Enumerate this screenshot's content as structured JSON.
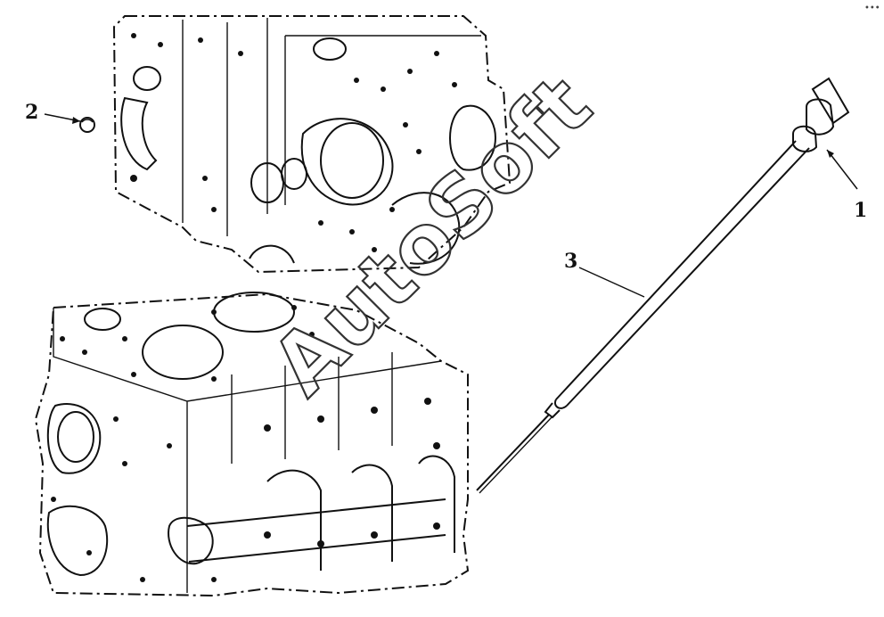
{
  "callouts": [
    {
      "number": "1",
      "part": "dipstick-handle"
    },
    {
      "number": "2",
      "part": "plug"
    },
    {
      "number": "3",
      "part": "dipstick-tube"
    }
  ],
  "watermark": "AutoSoft",
  "corner_mark": "•••"
}
